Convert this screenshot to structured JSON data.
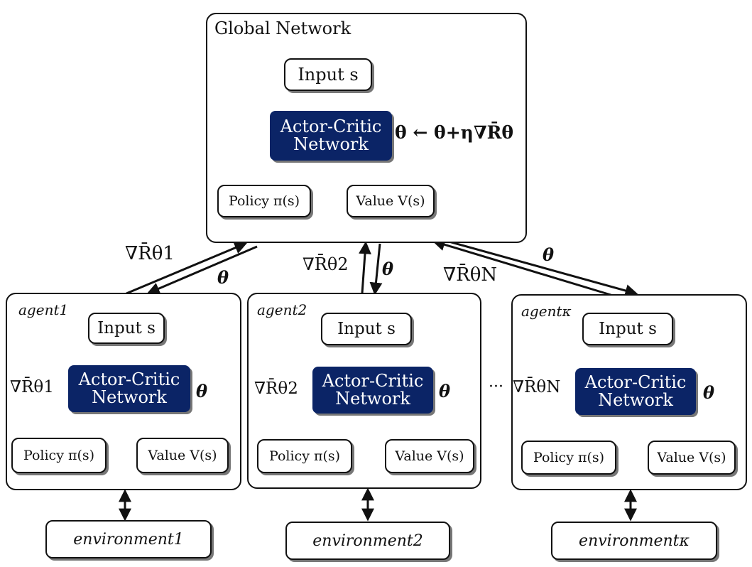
{
  "global": {
    "title": "Global Network",
    "input": "Input s",
    "actor_critic_line1": "Actor-Critic",
    "actor_critic_line2": "Network",
    "update_rule": "θ ← θ+η∇R̄θ",
    "policy": "Policy π(s)",
    "value": "Value V(s)"
  },
  "links": {
    "grad_1": "∇R̄θ1",
    "theta_1": "θ",
    "grad_2": "∇R̄θ2",
    "theta_2": "θ",
    "grad_n": "∇R̄θN",
    "theta_n": "θ"
  },
  "agents": [
    {
      "name": "agent1",
      "input": "Input s",
      "ac1": "Actor-Critic",
      "ac2": "Network",
      "grad": "∇R̄θ1",
      "theta": "θ",
      "policy": "Policy π(s)",
      "value": "Value V(s)",
      "environment": "environment1"
    },
    {
      "name": "agent2",
      "input": "Input s",
      "ac1": "Actor-Critic",
      "ac2": "Network",
      "grad": "∇R̄θ2",
      "theta": "θ",
      "policy": "Policy π(s)",
      "value": "Value V(s)",
      "environment": "environment2"
    },
    {
      "name": "agentκ",
      "input": "Input s",
      "ac1": "Actor-Critic",
      "ac2": "Network",
      "grad": "∇R̄θN",
      "theta": "θ",
      "policy": "Policy π(s)",
      "value": "Value V(s)",
      "environment": "environmentκ"
    }
  ],
  "ellipsis": "···",
  "colors": {
    "actor_critic_fill": "#0b2466",
    "line": "#111111"
  }
}
